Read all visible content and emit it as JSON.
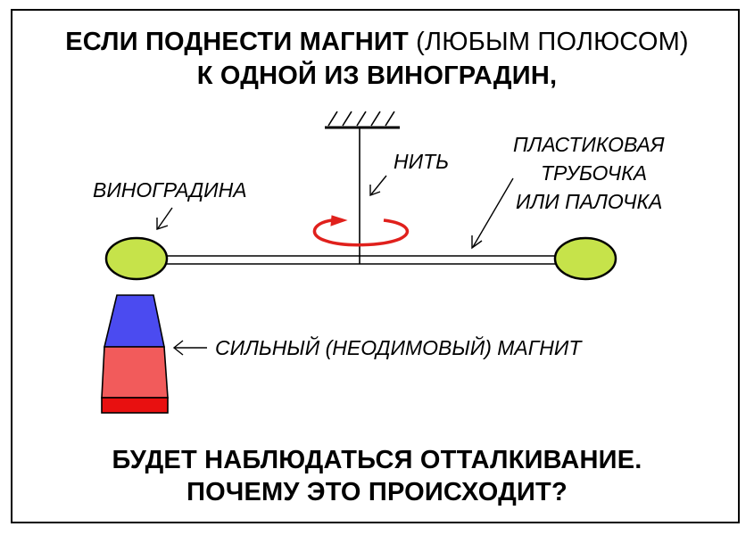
{
  "header": {
    "line1_bold": "ЕСЛИ ПОДНЕСТИ МАГНИТ",
    "line1_light": "(ЛЮБЫМ ПОЛЮСОМ)",
    "line2": "К ОДНОЙ ИЗ ВИНОГРАДИН,"
  },
  "labels": {
    "grape": "ВИНОГРАДИНА",
    "thread": "НИТЬ",
    "tube_line1": "ПЛАСТИКОВАЯ",
    "tube_line2": "ТРУБОЧКА",
    "tube_line3": "ИЛИ ПАЛОЧКА",
    "magnet": "СИЛЬНЫЙ (НЕОДИМОВЫЙ) МАГНИТ"
  },
  "footer": {
    "line1": "БУДЕТ НАБЛЮДАТЬСЯ ОТТАЛКИВАНИЕ.",
    "line2": "ПОЧЕМУ ЭТО ПРОИСХОДИТ?"
  },
  "colors": {
    "grape": "#c6e34a",
    "magnet_blue": "#4b4bf0",
    "magnet_red": "#f25b5b",
    "magnet_base": "#e81010",
    "rotation_arrow": "#e0201c"
  }
}
